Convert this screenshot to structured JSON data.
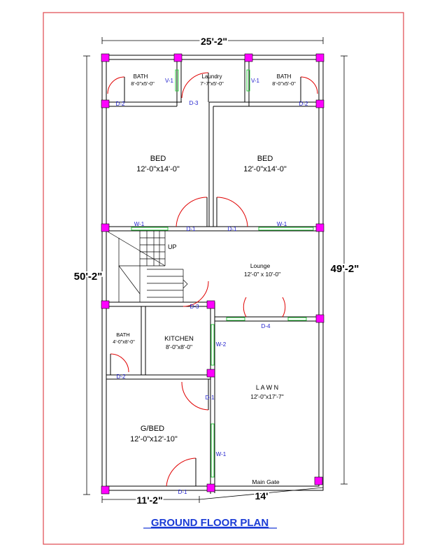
{
  "title": "GROUND FLOOR PLAN",
  "dimensions": {
    "top_width": "25'-2\"",
    "left_height": "50'-2\"",
    "right_height": "49'-2\"",
    "bottom_left": "11'-2\"",
    "bottom_right": "14'"
  },
  "rooms": {
    "bath_left": {
      "name": "BATH",
      "size": "8'-0\"x5'-0\""
    },
    "laundry": {
      "name": "Laundry",
      "size": "7'-7\"x5'-0\""
    },
    "bath_right": {
      "name": "BATH",
      "size": "8'-0\"x5'-0\""
    },
    "bed_left": {
      "name": "BED",
      "size": "12'-0\"x14'-0\""
    },
    "bed_right": {
      "name": "BED",
      "size": "12'-0\"x14'-0\""
    },
    "lounge": {
      "name": "Lounge",
      "size": "12'-0\" x 10'-0\""
    },
    "bath_ground": {
      "name": "BATH",
      "size": "4'-0\"x8'-0\""
    },
    "kitchen": {
      "name": "KITCHEN",
      "size": "8'-0\"x8'-0\""
    },
    "lawn": {
      "name": "L A W N",
      "size": "12'-0\"x17'-7\""
    },
    "gbed": {
      "name": "G/BED",
      "size": "12'-0\"x12'-10\""
    }
  },
  "stair_label": "UP",
  "main_gate": "Main Gate",
  "tags": {
    "d2_left": "D-2",
    "d3_top": "D-3",
    "d2_right": "D-2",
    "v1_left": "V-1",
    "v1_right": "V-1",
    "w1_left": "W-1",
    "d1_left": "D-1",
    "d1_right": "D-1",
    "w1_right": "W-1",
    "d3_mid": "D-3",
    "d4": "D-4",
    "w2": "W-2",
    "d2_ground": "D-2",
    "d1_lawn": "D-1",
    "w1_gbed": "W-1",
    "d1_bottom": "D-1"
  },
  "colors": {
    "wall": "#000000",
    "column": "#ff00ff",
    "window": "#2ecc40",
    "door": "#e00000",
    "tag": "#1d1dcc",
    "border": "#e0474c",
    "title": "#1a3bd6"
  }
}
